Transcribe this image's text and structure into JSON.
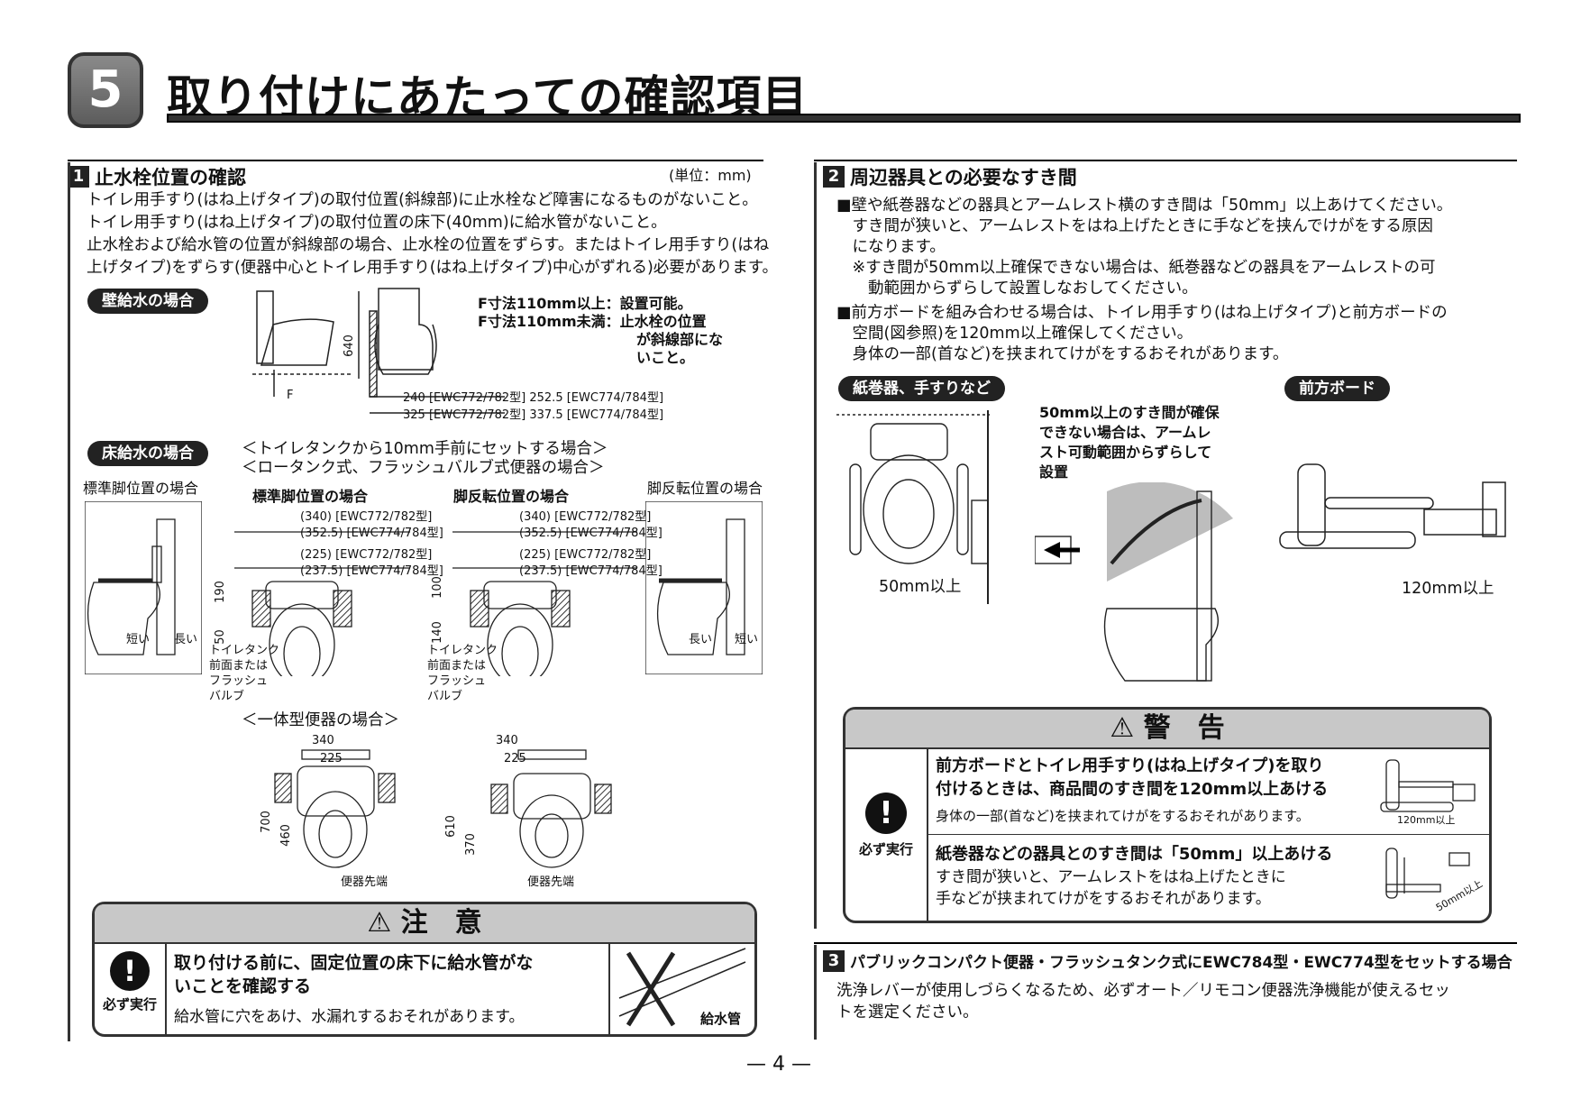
{
  "header": {
    "section_number": "5",
    "title": "取り付けにあたっての確認項目"
  },
  "sec1": {
    "num": "1",
    "title": "止水栓位置の確認",
    "unit": "(単位：mm)",
    "lines": [
      "トイレ用手すり(はね上げタイプ)の取付位置(斜線部)に止水栓など障害になるものがないこと。",
      "トイレ用手すり(はね上げタイプ)の取付位置の床下(40mm)に給水管がないこと。",
      "止水栓および給水管の位置が斜線部の場合、止水栓の位置をずらす。またはトイレ用手すり(はね",
      "上げタイプ)をずらす(便器中心とトイレ用手すり(はね上げタイプ)中心がずれる)必要があります。"
    ],
    "wall_label": "壁給水の場合",
    "f_lines": [
      "F寸法110mm以上：設置可能。",
      "F寸法110mm未満：止水栓の位置",
      "が斜線部にな",
      "いこと。"
    ],
    "wall_dims": [
      "640",
      "F",
      "240 [EWC772/782型] 252.5 [EWC774/784型]",
      "325 [EWC772/782型] 337.5 [EWC774/784型]"
    ],
    "floor_label": "床給水の場合",
    "floor_notes": [
      "＜トイレタンクから10mm手前にセットする場合＞",
      "＜ロータンク式、フラッシュバルブ式便器の場合＞"
    ],
    "std_pos": "標準脚位置の場合",
    "rev_pos": "脚反転位置の場合",
    "short": "短い",
    "long": "長い",
    "dim_a": [
      "(340) [EWC772/782型]",
      "(352.5) [EWC774/784型]",
      "(225) [EWC772/782型]",
      "(237.5) [EWC774/784型]"
    ],
    "dim_v1": [
      "190",
      "50"
    ],
    "dim_v2": [
      "100",
      "140"
    ],
    "tank_note": [
      "トイレタンク",
      "前面または",
      "フラッシュ",
      "バルブ"
    ],
    "onepiece_label": "＜一体型便器の場合＞",
    "op1": [
      "340",
      "225",
      "700",
      "460"
    ],
    "op2": [
      "340",
      "225",
      "610",
      "370"
    ],
    "tip": "便器先端"
  },
  "caution": {
    "title": "注　意",
    "must": "必ず実行",
    "bold": [
      "取り付ける前に、固定位置の床下に給水管がな",
      "いことを確認する"
    ],
    "body": "給水管に穴をあけ、水漏れするおそれがあります。",
    "pipe": "給水管"
  },
  "sec2": {
    "num": "2",
    "title": "周辺器具との必要なすき間",
    "lines": [
      "■壁や紙巻器などの器具とアームレスト横のすき間は「50mm」以上あけてください。",
      "　すき間が狭いと、アームレストをはね上げたときに手などを挟んでけがをする原因",
      "　になります。",
      "　※すき間が50mm以上確保できない場合は、紙巻器などの器具をアームレストの可",
      "　　動範囲からずらして設置しなおしてください。",
      "■前方ボードを組み合わせる場合は、トイレ用手すり(はね上げタイプ)と前方ボードの",
      "　空間(図参照)を120mm以上確保してください。",
      "　身体の一部(首など)を挟まれてけがをするおそれがあります。"
    ],
    "pill1": "紙巻器、手すりなど",
    "pill2": "前方ボード",
    "note": [
      "50mm以上のすき間が確保",
      "できない場合は、アームレ",
      "スト可動範囲からずらして",
      "設置"
    ],
    "dim50": "50mm以上",
    "dim120": "120mm以上"
  },
  "warning": {
    "title": "警　告",
    "must": "必ず実行",
    "r1_bold": [
      "前方ボードとトイレ用手すり(はね上げタイプ)を取り",
      "付けるときは、商品間のすき間を120mm以上あける"
    ],
    "r1_body": "身体の一部(首など)を挟まれてけがをするおそれがあります。",
    "r1_dim": "120mm以上",
    "r2_bold": "紙巻器などの器具とのすき間は「50mm」以上あける",
    "r2_body": [
      "すき間が狭いと、アームレストをはね上げたときに",
      "手などが挟まれてけがをするおそれがあります。"
    ],
    "r2_dim": "50mm以上"
  },
  "sec3": {
    "num": "3",
    "title": "パブリックコンパクト便器・フラッシュタンク式にEWC784型・EWC774型をセットする場合",
    "lines": [
      "洗浄レバーが使用しづらくなるため、必ずオート／リモコン便器洗浄機能が使えるセッ",
      "トを選定ください。"
    ]
  },
  "page": "— 4 —"
}
